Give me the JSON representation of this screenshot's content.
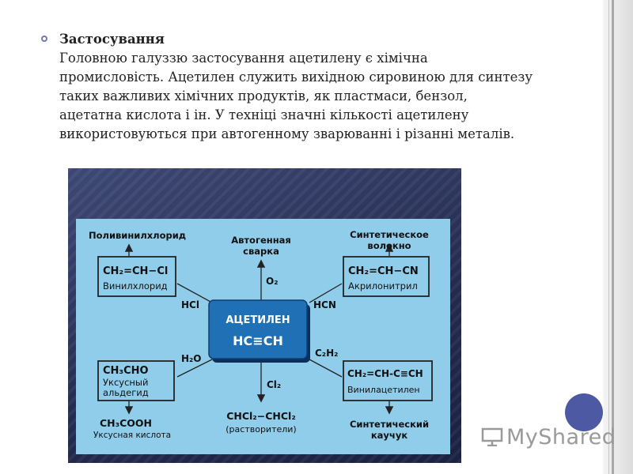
{
  "slide": {
    "heading": "Застосування",
    "body": "Головною галуззю застосування ацетилену є хімічна промисловість. Ацетилен служить вихідною сировиною для синтезу таких важливих хімічних продуктів, як пластмаси, бензол, ацетатна кислота і ін. У техніці значні кількості ацетилену використовуються при автогенному зварюванні і різанні металів."
  },
  "scheme": {
    "center_title": "АЦЕТИЛЕН",
    "center_formula": "HC≡CH",
    "top_left_label": "Поливинилхлорид",
    "top_center_label_1": "Автогенная",
    "top_center_label_2": "сварка",
    "top_right_label_1": "Синтетическое",
    "top_right_label_2": "волокно",
    "box_tl_formula": "CH₂=CH−Cl",
    "box_tl_name": "Винилхлорид",
    "box_tr_formula": "CH₂=CH−CN",
    "box_tr_name": "Акрилонитрил",
    "box_bl_formula": "CH₃CHO",
    "box_bl_name_1": "Уксусный",
    "box_bl_name_2": "альдегид",
    "box_br_formula": "CH₂=CH-C≡CH",
    "box_br_name": "Винилацетилен",
    "reagent_hcl": "HCl",
    "reagent_o2": "O₂",
    "reagent_hcn": "HCN",
    "reagent_h2o": "H₂O",
    "reagent_cl2": "Cl₂",
    "reagent_c2h2": "C₂H₂",
    "bottom_left_formula": "CH₃COOH",
    "bottom_left_name": "Уксусная кислота",
    "bottom_center_formula": "CHCl₂−CHCl₂",
    "bottom_center_name": "(растворители)",
    "bottom_right_label_1": "Синтетический",
    "bottom_right_label_2": "каучук"
  },
  "logo": {
    "text": "MyShared"
  },
  "colors": {
    "accent": "#4d5aa3",
    "diagram_bg": "#8fcdea",
    "center_box": "#1f70b5"
  }
}
